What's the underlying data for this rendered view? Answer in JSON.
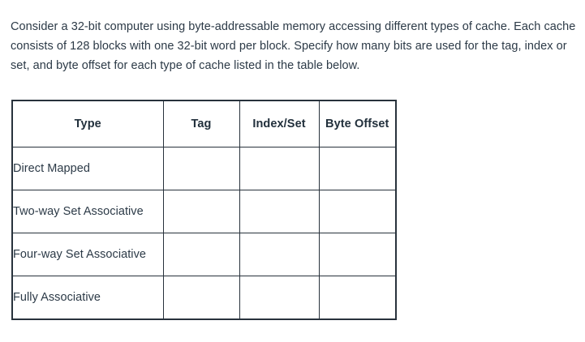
{
  "question": {
    "text": "Consider a 32-bit computer using byte-addressable memory accessing different types of cache. Each cache consists of 128 blocks with one 32-bit word per block. Specify how many bits are used for the tag, index or set, and byte offset for each type of cache listed in the table below."
  },
  "table": {
    "headers": [
      "Type",
      "Tag",
      "Index/Set",
      "Byte Offset"
    ],
    "rows": [
      {
        "type": "Direct Mapped",
        "tag": "",
        "index_set": "",
        "byte_offset": ""
      },
      {
        "type": "Two-way Set Associative",
        "tag": "",
        "index_set": "",
        "byte_offset": ""
      },
      {
        "type": "Four-way Set Associative",
        "tag": "",
        "index_set": "",
        "byte_offset": ""
      },
      {
        "type": "Fully Associative",
        "tag": "",
        "index_set": "",
        "byte_offset": ""
      }
    ]
  },
  "colors": {
    "text": "#2c3a47",
    "border": "#28323c",
    "background": "#ffffff"
  }
}
